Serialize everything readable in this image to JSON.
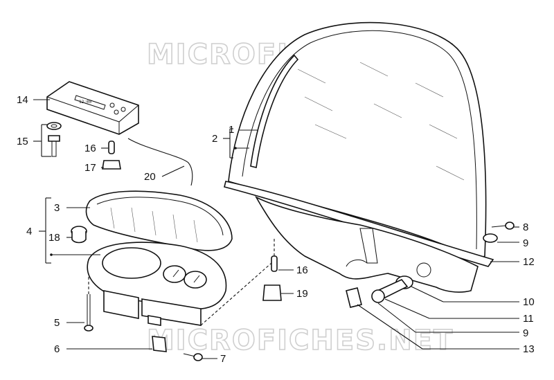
{
  "watermarks": [
    "MICROFICHES.NET",
    "MICROFICHES.NET"
  ],
  "labels": {
    "l1": "1",
    "l2": "2",
    "l3": "3",
    "l4": "4",
    "l5": "5",
    "l6": "6",
    "l7": "7",
    "l8": "8",
    "l9a": "9",
    "l9b": "9",
    "l10": "10",
    "l11": "11",
    "l12": "12",
    "l13": "13",
    "l14": "14",
    "l15": "15",
    "l16a": "16",
    "l16b": "16",
    "l17": "17",
    "l18": "18",
    "l19": "19",
    "l20": "20"
  },
  "display_text": "12:00"
}
